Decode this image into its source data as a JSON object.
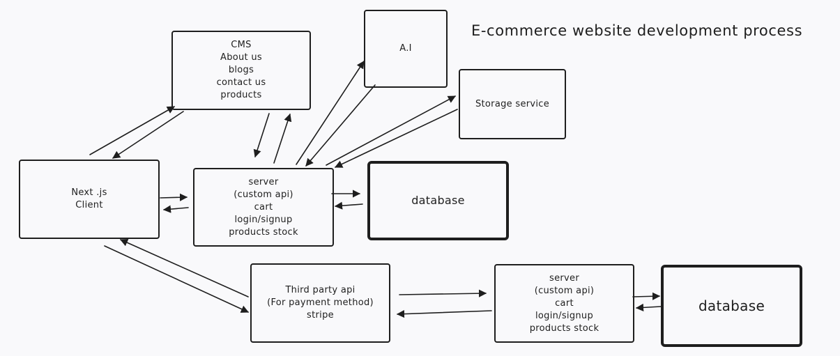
{
  "title": "E-commerce website development process",
  "boxes": {
    "cms": {
      "lines": [
        "CMS",
        "About us",
        "blogs",
        "contact us",
        "products"
      ]
    },
    "ai": {
      "lines": [
        "A.I"
      ]
    },
    "storage": {
      "lines": [
        "Storage service"
      ]
    },
    "client": {
      "lines": [
        "Next .js",
        "Client"
      ]
    },
    "server_main": {
      "lines": [
        "server",
        "(custom api)",
        "cart",
        "login/signup",
        "products stock"
      ]
    },
    "database_main": {
      "lines": [
        "database"
      ]
    },
    "third_party": {
      "lines": [
        "Third party api",
        "(For payment method)",
        "stripe"
      ]
    },
    "server_second": {
      "lines": [
        "server",
        "(custom api)",
        "cart",
        "login/signup",
        "products stock"
      ]
    },
    "database_second": {
      "lines": [
        "database"
      ]
    }
  }
}
